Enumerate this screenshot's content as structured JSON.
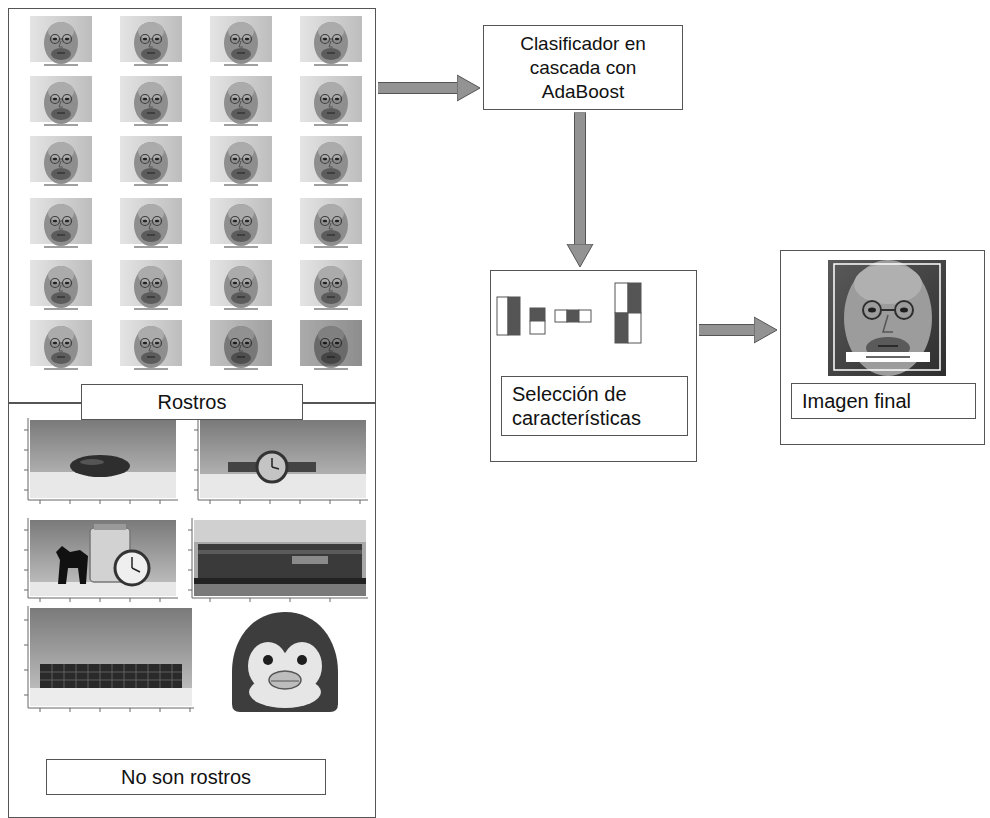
{
  "diagram": {
    "nodes": [
      {
        "text": [
          "Rostros"
        ]
      },
      {
        "text": [
          "No son rostros"
        ]
      },
      {
        "text": [
          "Clasificador en cascada con AdaBoost"
        ]
      },
      {
        "text": [
          "Selección de características"
        ]
      },
      {
        "text": [
          "Imagen final"
        ]
      }
    ],
    "edges": [
      {
        "from": 0,
        "to": 2,
        "arrow": "to"
      },
      {
        "from": 2,
        "to": 3,
        "arrow": "to"
      },
      {
        "from": 3,
        "to": 4,
        "arrow": "to"
      }
    ]
  }
}
